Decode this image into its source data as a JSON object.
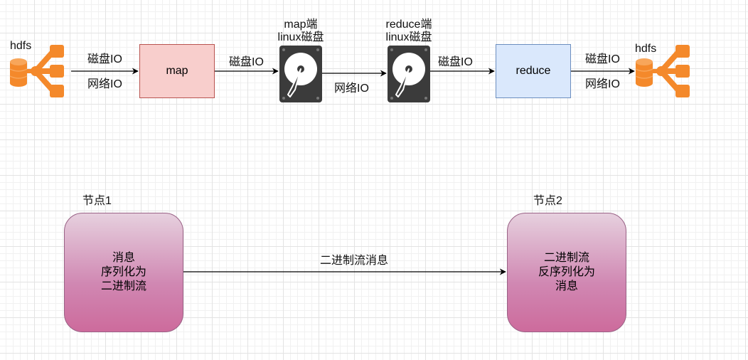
{
  "pipeline": {
    "hdfs_left_label": "hdfs",
    "hdfs_right_label": "hdfs",
    "map_label": "map",
    "reduce_label": "reduce",
    "map_disk_line1": "map端",
    "map_disk_line2": "linux磁盘",
    "reduce_disk_line1": "reduce端",
    "reduce_disk_line2": "linux磁盘",
    "edge1_top": "磁盘IO",
    "edge1_bottom": "网络IO",
    "edge2_label": "磁盘IO",
    "edge3_label": "网络IO",
    "edge4_label": "磁盘IO",
    "edge5_top": "磁盘IO",
    "edge5_bottom": "网络IO"
  },
  "serialization": {
    "node1_title": "节点1",
    "node2_title": "节点2",
    "node1_text": "消息\n序列化为\n二进制流",
    "node2_text": "二进制流\n反序列化为\n消息",
    "arrow_label": "二进制流消息"
  },
  "colors": {
    "hdfs_orange": "#f4892b",
    "disk_dark": "#3b3b3b",
    "map_fill": "#f8cecc",
    "reduce_fill": "#dae8fc",
    "node_fill_bottom": "#cd6b9c"
  }
}
